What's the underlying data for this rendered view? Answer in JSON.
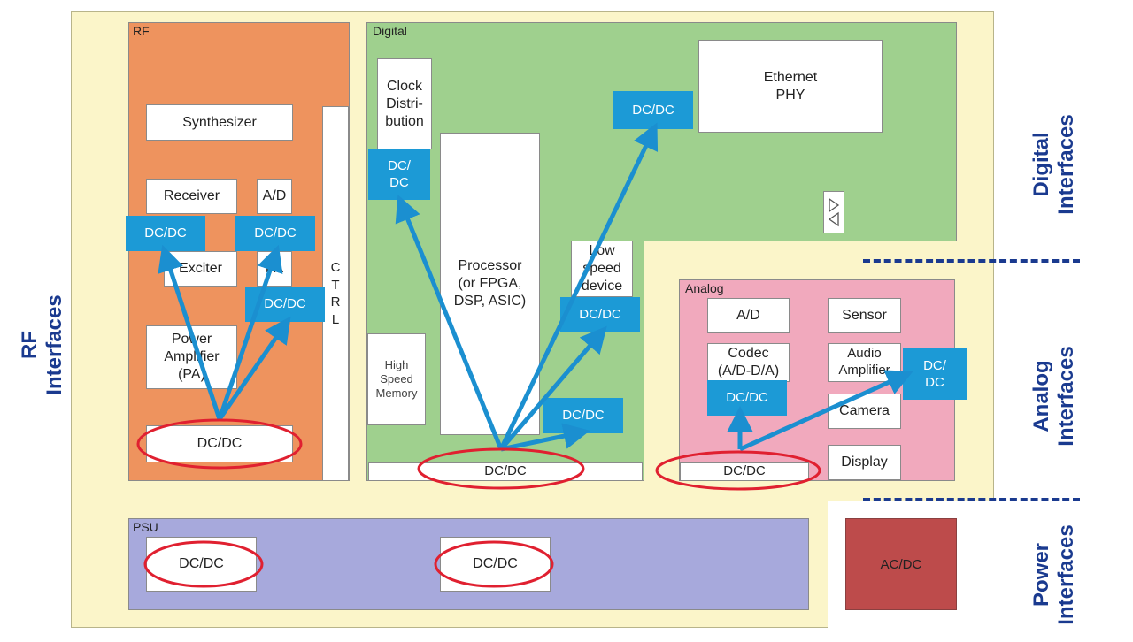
{
  "colors": {
    "dcdc_blue": "#1c9ad6",
    "arrow_blue": "#1b8fd0",
    "highlight_red": "#e02030",
    "interface_text": "#1a3a8f"
  },
  "regions": {
    "rf": "RF",
    "digital": "Digital",
    "analog": "Analog",
    "psu": "PSU"
  },
  "rf": {
    "synthesizer": "Synthesizer",
    "receiver": "Receiver",
    "ad": "A/D",
    "exciter": "Exciter",
    "pa_short": "PA",
    "power_amplifier": "Power\nAmplifier\n(PA)",
    "dcdc": "DC/DC",
    "ctrl": [
      "C",
      "T",
      "R",
      "L"
    ]
  },
  "digital": {
    "clock": "Clock\nDistri-\nbution",
    "processor": "Processor\n(or FPGA,\nDSP, ASIC)",
    "low_speed": "Low\nspeed\ndevice",
    "high_speed_memory": "High\nSpeed\nMemory",
    "ethernet": "Ethernet\nPHY",
    "dcdc": "DC/DC",
    "dcdc_split": "DC/\nDC"
  },
  "analog": {
    "ad": "A/D",
    "sensor": "Sensor",
    "codec": "Codec\n(A/D-D/A)",
    "audio": "Audio\nAmplifier",
    "camera": "Camera",
    "display": "Display",
    "dcdc": "DC/DC",
    "dcdc_split": "DC/\nDC"
  },
  "psu": {
    "dcdc": "DC/DC"
  },
  "acdc": "AC/DC",
  "interfaces": {
    "rf": "RF\nInterfaces",
    "digital": "Digital\nInterfaces",
    "analog": "Analog\nInterfaces",
    "power": "Power\nInterfaces"
  }
}
